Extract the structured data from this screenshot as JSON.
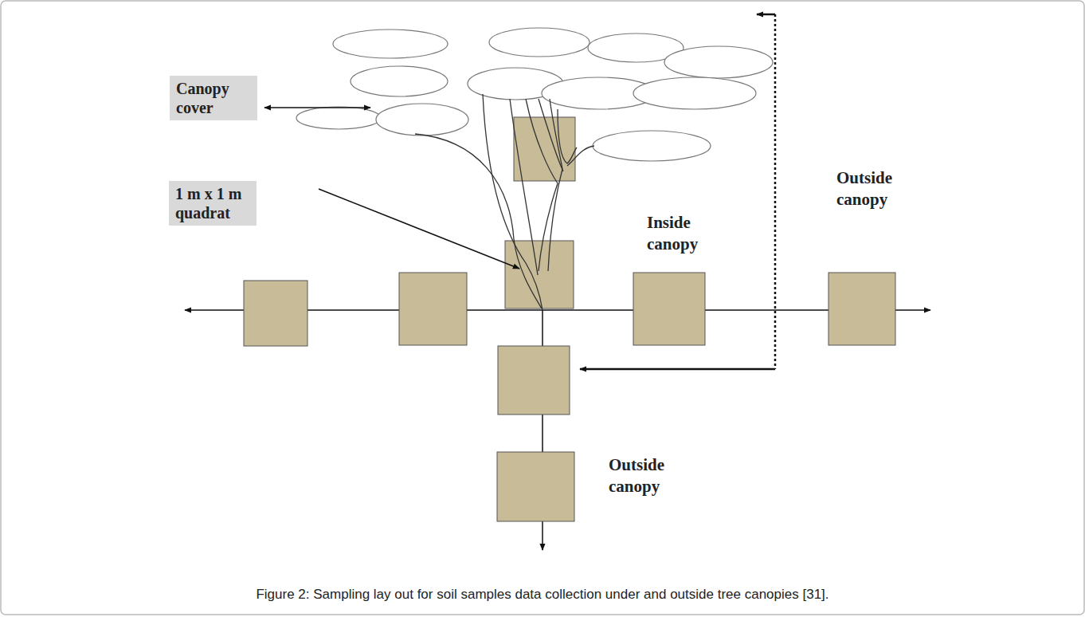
{
  "diagram": {
    "caption": "Figure 2: Sampling lay out for soil samples data collection under and outside tree canopies [31].",
    "nodes": [
      {
        "text": [
          "Canopy cover"
        ]
      },
      {
        "text": [
          "1 m x 1 m quadrat"
        ]
      }
    ],
    "labels": [
      "Inside canopy",
      "Outside canopy",
      "Outside canopy"
    ]
  }
}
